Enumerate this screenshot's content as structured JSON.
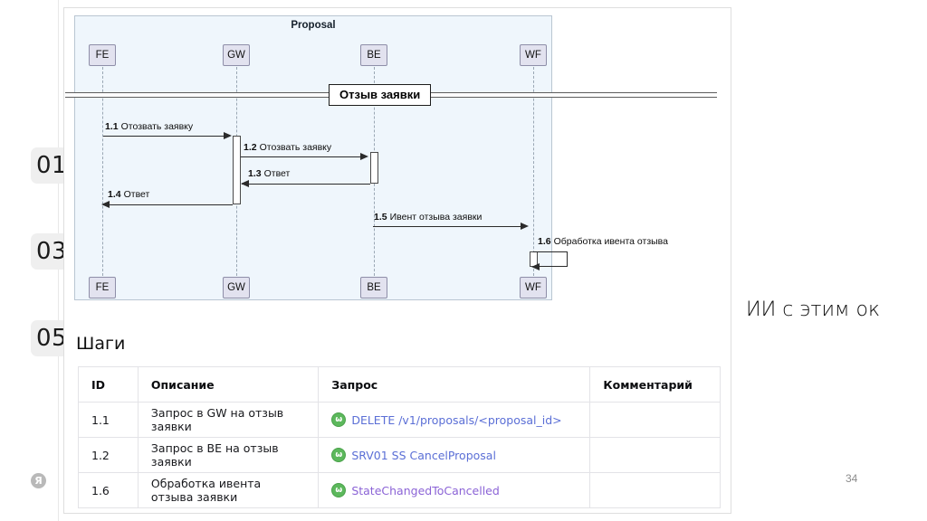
{
  "thumbnails": [
    {
      "number": "01"
    },
    {
      "number": "03"
    },
    {
      "number": "05"
    }
  ],
  "slide": {
    "page_number": "34",
    "watermark": "Я",
    "side_note": "ИИ с этим ок",
    "steps_heading": "Шаги"
  },
  "diagram": {
    "title": "Proposal",
    "fragment_label": "Отзыв заявки",
    "actors": [
      {
        "name": "FE"
      },
      {
        "name": "GW"
      },
      {
        "name": "BE"
      },
      {
        "name": "WF"
      }
    ],
    "messages": [
      {
        "id": "1.1",
        "text": "Отозвать заявку"
      },
      {
        "id": "1.2",
        "text": "Отозвать заявку"
      },
      {
        "id": "1.3",
        "text": "Ответ"
      },
      {
        "id": "1.4",
        "text": "Ответ"
      },
      {
        "id": "1.5",
        "text": "Ивент отзыва заявки"
      },
      {
        "id": "1.6",
        "text": "Обработка ивента отзыва"
      }
    ]
  },
  "table": {
    "headers": {
      "id": "ID",
      "description": "Описание",
      "request": "Запрос",
      "comment": "Комментарий"
    },
    "rows": [
      {
        "id": "1.1",
        "description": "Запрос в GW на отзыв заявки",
        "request_icon": "postman-icon",
        "request": "DELETE /v1/proposals/<proposal_id>",
        "request_color": "#5b6fd6",
        "comment": ""
      },
      {
        "id": "1.2",
        "description": "Запрос в BE на отзыв заявки",
        "request_icon": "postman-icon",
        "request": "SRV01 SS CancelProposal",
        "request_color": "#5b6fd6",
        "comment": ""
      },
      {
        "id": "1.6",
        "description": "Обработка ивента отзыва заявки",
        "request_icon": "postman-icon",
        "request": "StateChangedToCancelled",
        "request_color": "#8b63d6",
        "comment": ""
      }
    ]
  }
}
